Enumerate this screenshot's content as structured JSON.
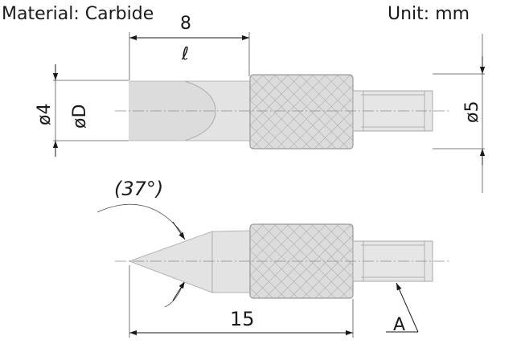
{
  "header": {
    "material": "Material: Carbide",
    "unit": "Unit: mm"
  },
  "top_view": {
    "length_value": "8",
    "length_symbol": "ℓ",
    "dia_tip": "ø4",
    "dia_symbol": "øD",
    "dia_shank": "ø5"
  },
  "bottom_view": {
    "angle": "(37°)",
    "length_value": "15",
    "thread_ref": "A"
  }
}
